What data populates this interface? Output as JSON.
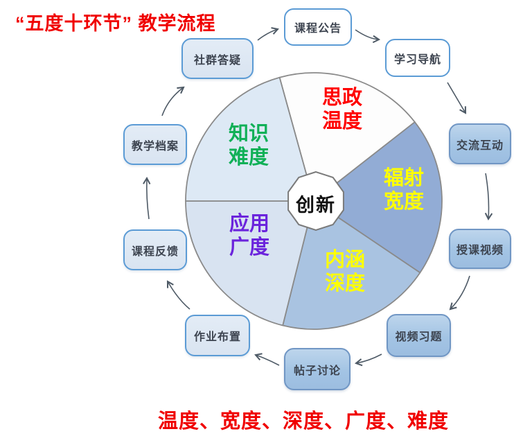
{
  "title": "“五度十环节” 教学流程",
  "footer": "温度、宽度、深度、广度、难度",
  "wheel": {
    "center_label": "创新",
    "outline_color": "#8a8a8a",
    "sectors": [
      {
        "name": "ideological-warmth",
        "label": "思政\n温度",
        "text_color": "#ff0000",
        "fill": "#fdfdfd"
      },
      {
        "name": "radiation-width",
        "label": "辐射\n宽度",
        "text_color": "#ffff00",
        "fill": "#92acd5"
      },
      {
        "name": "connotation-depth",
        "label": "内涵\n深度",
        "text_color": "#ffff00",
        "fill": "#a9c3e1"
      },
      {
        "name": "application-breadth",
        "label": "应用\n广度",
        "text_color": "#6b24dc",
        "fill": "#d8e3f1"
      },
      {
        "name": "knowledge-difficulty",
        "label": "知识\n难度",
        "text_color": "#10b057",
        "fill": "#dde9f5"
      }
    ]
  },
  "cycle": {
    "nodes": [
      {
        "name": "course-announcement",
        "label": "课程公告",
        "style": "white"
      },
      {
        "name": "learning-navigation",
        "label": "学习导航",
        "style": "white"
      },
      {
        "name": "communication-interaction",
        "label": "交流互动",
        "style": "blue"
      },
      {
        "name": "lecture-video",
        "label": "授课视频",
        "style": "blue"
      },
      {
        "name": "video-exercises",
        "label": "视频习题",
        "style": "blue"
      },
      {
        "name": "post-discussion",
        "label": "帖子讨论",
        "style": "blue"
      },
      {
        "name": "homework-assignment",
        "label": "作业布置",
        "style": "light"
      },
      {
        "name": "course-feedback",
        "label": "课程反馈",
        "style": "light"
      },
      {
        "name": "teaching-archive",
        "label": "教学档案",
        "style": "light"
      },
      {
        "name": "community-qa",
        "label": "社群答疑",
        "style": "light"
      }
    ]
  },
  "colors": {
    "title_red": "#f00000",
    "box_border_blue": "#5b9bd5",
    "box_text": "#3d4450",
    "arrow_gray": "#4e5a66",
    "wheel_outline": "#8a8a8a"
  }
}
